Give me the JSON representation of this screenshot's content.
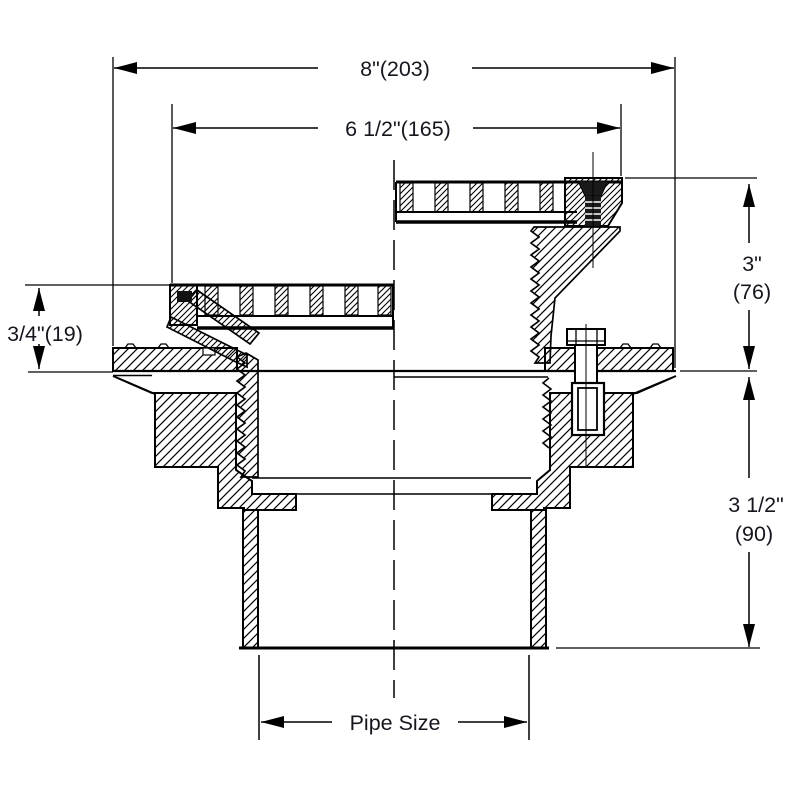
{
  "page": {
    "background": "#ffffff"
  },
  "drawing": {
    "type": "technical-section",
    "subject": "Adjustable floor drain with threaded strainer head, cross-section",
    "line_color": "#000000",
    "text_color": "#16161f",
    "dimensions": {
      "overall_width": {
        "label": "8\"(203)"
      },
      "strainer_width": {
        "label": "6 1/2\"(165)"
      },
      "adjustment_height": {
        "inches": "3\"",
        "millimeters": "(76)"
      },
      "minimum_adjustment": {
        "label": "3/4\"(19)"
      },
      "body_height": {
        "inches": "3 1/2\"",
        "millimeters": "(90)"
      },
      "outlet": {
        "label": "Pipe Size"
      }
    }
  }
}
